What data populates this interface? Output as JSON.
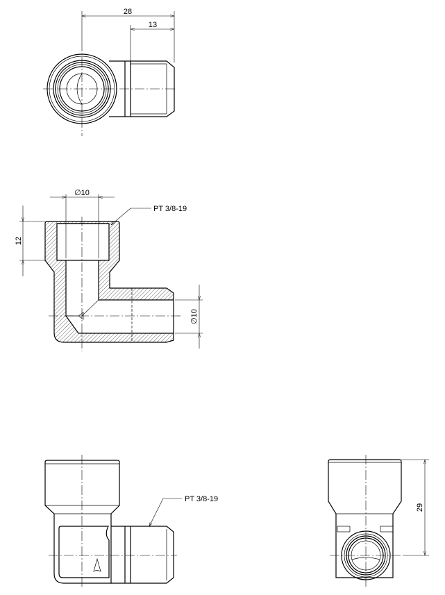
{
  "drawing": {
    "top_view": {
      "dim_overall": "28",
      "dim_thread_length": "13"
    },
    "section_view": {
      "dim_bore_top": "∅10",
      "dim_socket_depth": "12",
      "thread_callout": "PT 3/8-19",
      "dim_bore_side": "∅10"
    },
    "front_view": {
      "thread_callout": "PT 3/8-19"
    },
    "side_view": {
      "dim_height": "29"
    }
  }
}
